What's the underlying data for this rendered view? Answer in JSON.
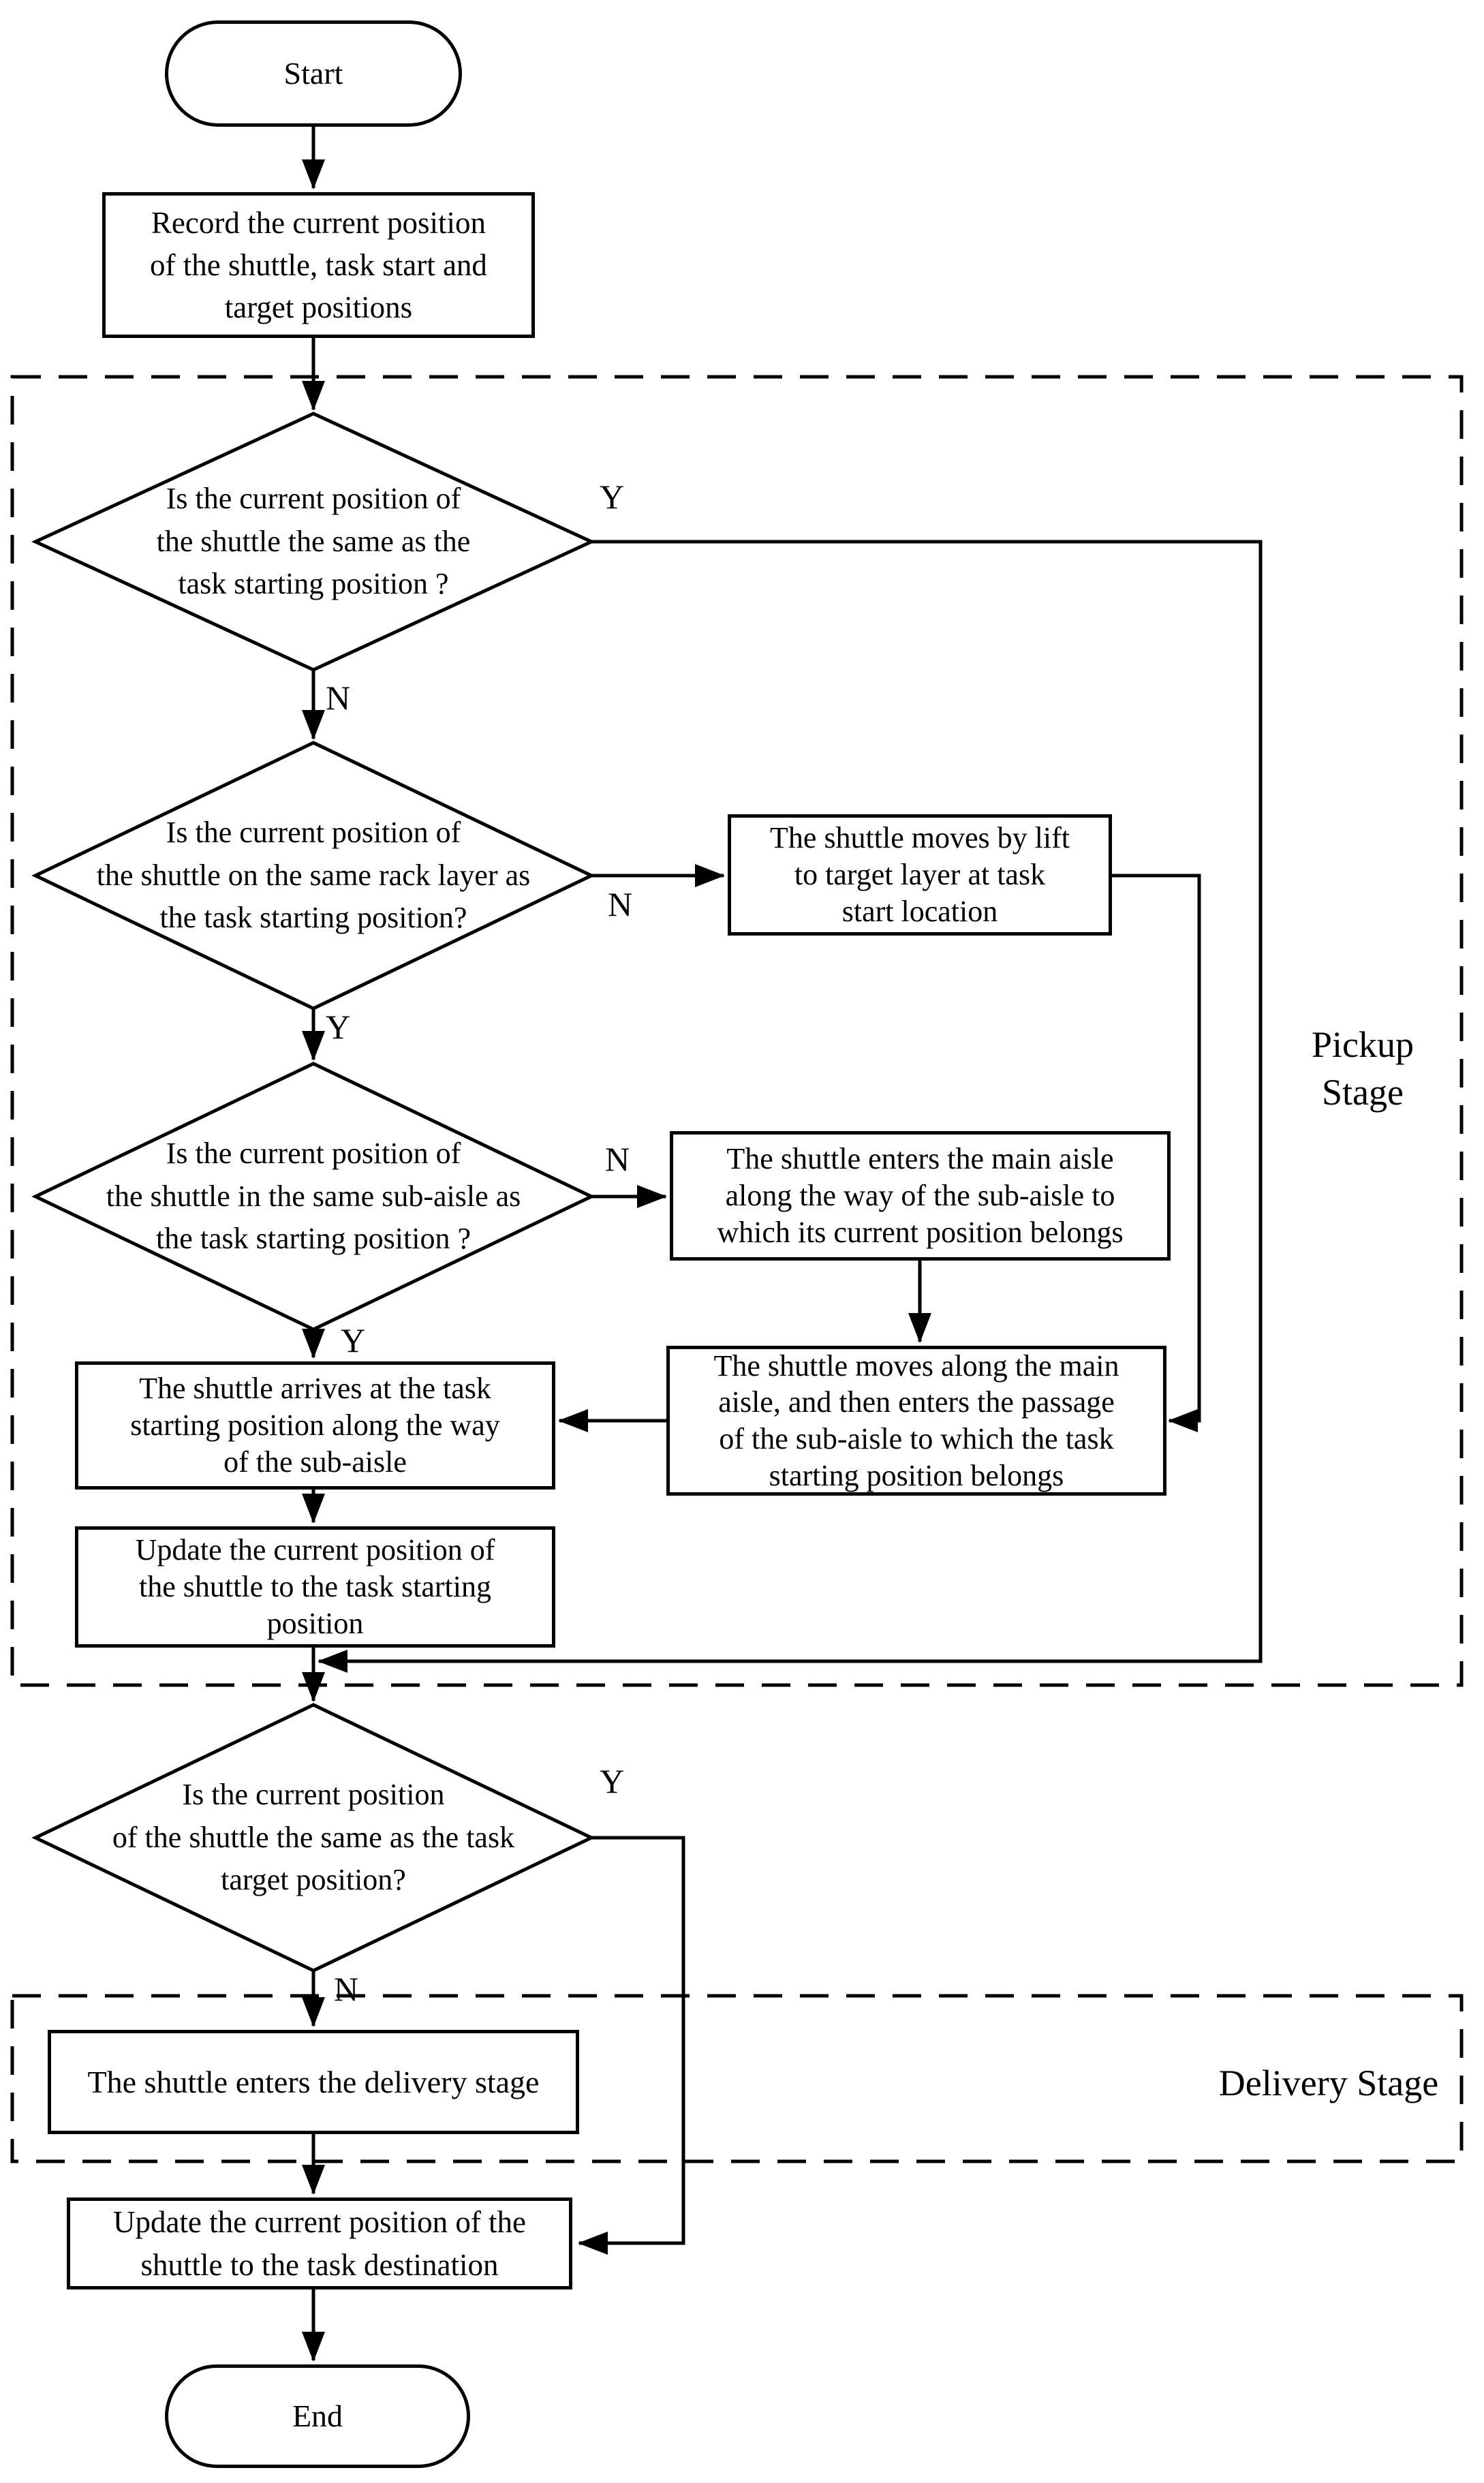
{
  "figure": {
    "branch_labels": {
      "yes": "Y",
      "no": "N"
    },
    "stages": {
      "pickup": {
        "label": [
          "Pickup",
          "Stage"
        ]
      },
      "delivery": {
        "label": "Delivery Stage"
      }
    },
    "nodes": {
      "start": {
        "type": "terminator",
        "text": "Start"
      },
      "record": {
        "type": "process",
        "lines": [
          "Record the current position",
          "of the shuttle, task start and",
          "target positions"
        ]
      },
      "decision_same_start": {
        "type": "decision",
        "lines": [
          "Is the current position of",
          "the shuttle the same as the",
          "task starting position ?"
        ]
      },
      "decision_same_layer": {
        "type": "decision",
        "lines": [
          "Is the current position of",
          "the shuttle on the same rack layer as",
          "the task starting position?"
        ]
      },
      "move_by_lift": {
        "type": "process",
        "lines": [
          "The shuttle moves by lift",
          "to target layer at task",
          "start location"
        ]
      },
      "decision_same_subaisle": {
        "type": "decision",
        "lines": [
          "Is the current position of",
          "the shuttle in the same sub-aisle as",
          "the task starting position ?"
        ]
      },
      "enter_main_aisle": {
        "type": "process",
        "lines": [
          "The shuttle enters the main aisle",
          "along the way of the sub-aisle to",
          "which its current position belongs"
        ]
      },
      "move_main_aisle": {
        "type": "process",
        "lines": [
          "The shuttle moves along the main",
          "aisle, and then enters the passage",
          "of the sub-aisle to which the task",
          "starting position belongs"
        ]
      },
      "arrive_start": {
        "type": "process",
        "lines": [
          "The shuttle arrives at the task",
          "starting position along the way",
          "of the sub-aisle"
        ]
      },
      "update_start": {
        "type": "process",
        "lines": [
          "Update the current position of",
          "the shuttle to the task starting",
          "position"
        ]
      },
      "decision_at_target": {
        "type": "decision",
        "lines": [
          "Is the current position",
          "of the shuttle the same as the task",
          "target position?"
        ]
      },
      "enter_delivery": {
        "type": "process",
        "text": "The shuttle enters the delivery stage"
      },
      "update_destination": {
        "type": "process",
        "lines": [
          "Update the current position of the",
          "shuttle to the task destination"
        ]
      },
      "end": {
        "type": "terminator",
        "text": "End"
      }
    },
    "colors": {
      "line": "#000000",
      "background": "#ffffff"
    }
  }
}
